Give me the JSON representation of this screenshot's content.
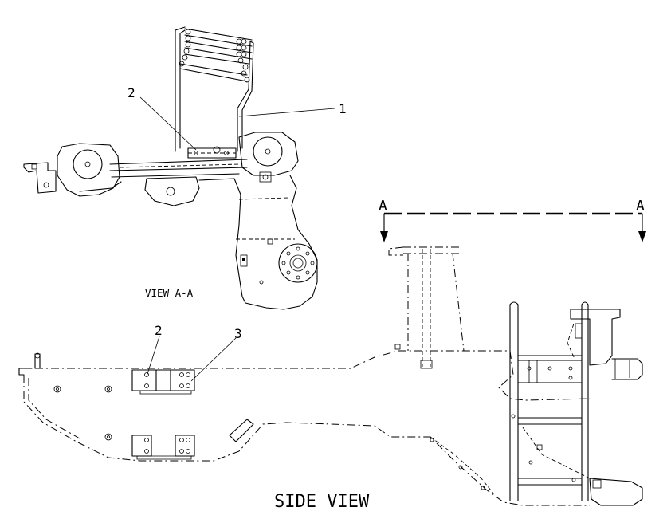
{
  "labels": {
    "callout_1": "1",
    "callout_2_top": "2",
    "callout_2_side": "2",
    "callout_3": "3",
    "section_mark_left": "A",
    "section_mark_right": "A",
    "view_aa": "VIEW A-A",
    "side_view": "SIDE VIEW"
  }
}
